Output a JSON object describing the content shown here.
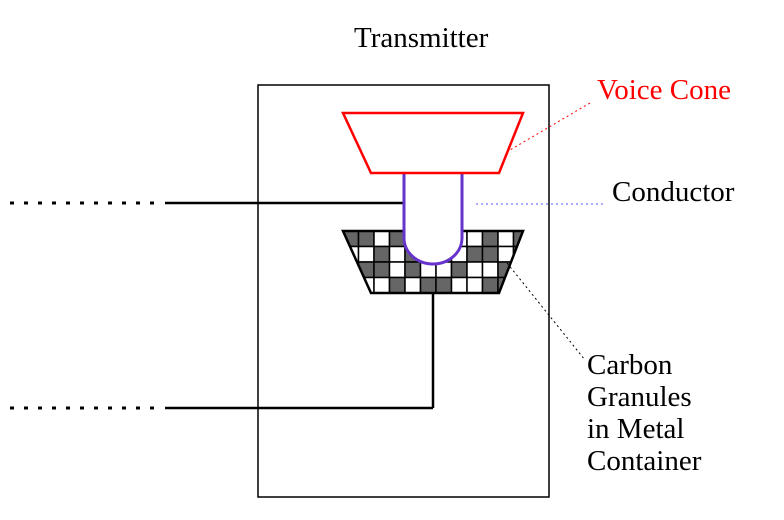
{
  "diagram": {
    "title": "Transmitter",
    "labels": {
      "voice_cone": "Voice Cone",
      "conductor": "Conductor",
      "carbon_granules": [
        "Carbon",
        "Granules",
        "in Metal",
        "Container"
      ]
    },
    "colors": {
      "voice_cone": "#ff0000",
      "conductor": "#6633cc",
      "conductor_leader": "#5555ff",
      "outline": "#000000",
      "granule_dark": "#666666",
      "granule_light": "#ffffff"
    }
  }
}
